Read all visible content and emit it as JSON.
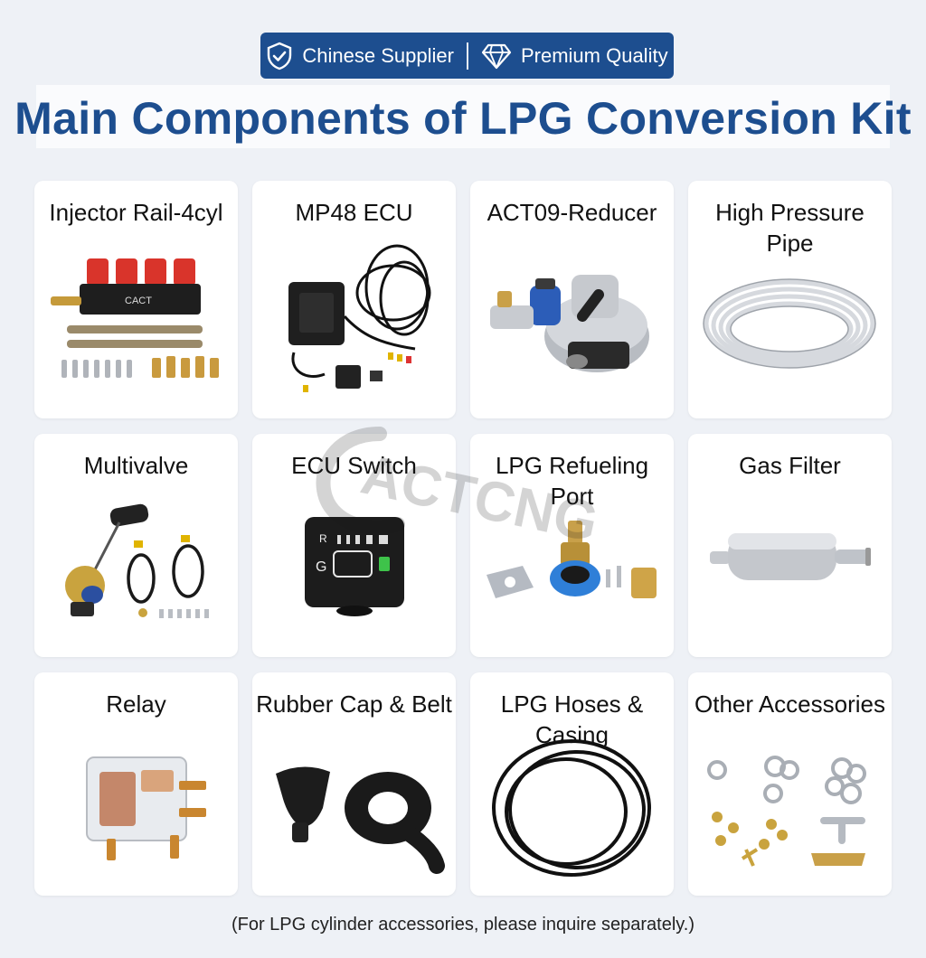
{
  "header": {
    "badge_left": "Chinese Supplier",
    "badge_right": "Premium Quality",
    "title": "Main Components of LPG Conversion Kit"
  },
  "components": [
    {
      "label": "Injector Rail-4cyl",
      "icon": "injector-rail-image"
    },
    {
      "label": "MP48 ECU",
      "icon": "ecu-wiring-image"
    },
    {
      "label": "ACT09-Reducer",
      "icon": "reducer-image"
    },
    {
      "label": "High Pressure Pipe",
      "icon": "coiled-pipe-image"
    },
    {
      "label": "Multivalve",
      "icon": "multivalve-image"
    },
    {
      "label": "ECU Switch",
      "icon": "switch-panel-image"
    },
    {
      "label": "LPG Refueling Port",
      "icon": "refueling-port-image"
    },
    {
      "label": "Gas Filter",
      "icon": "gas-filter-image"
    },
    {
      "label": "Relay",
      "icon": "relay-image"
    },
    {
      "label": "Rubber Cap & Belt",
      "icon": "rubber-cap-image"
    },
    {
      "label": "LPG Hoses & Casing",
      "icon": "hose-coil-image"
    },
    {
      "label": "Other Accessories",
      "icon": "clamps-image"
    }
  ],
  "product_marks": {
    "rail_logo": "CACT",
    "switch_letters": [
      "R",
      "G"
    ]
  },
  "watermark": "ACTCNG",
  "footnote": "(For LPG cylinder accessories, please inquire separately.)",
  "colors": {
    "brand_blue": "#1d4e8f",
    "background": "#eef1f6",
    "card": "#ffffff"
  }
}
